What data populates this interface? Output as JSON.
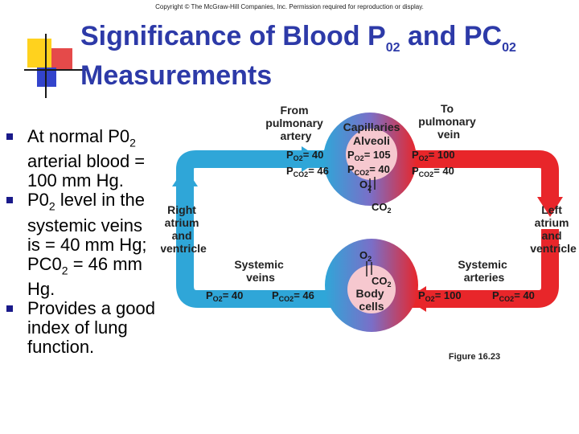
{
  "copyright": "Copyright © The McGraw-Hill Companies, Inc. Permission required for reproduction or display.",
  "title": {
    "line1_prefix": "Significance of Blood P",
    "line1_sub1": "02",
    "line1_middle": " and PC",
    "line1_sub2": "02",
    "line2": "Measurements"
  },
  "bullets": [
    {
      "pre": "At normal P0",
      "sub": "2",
      "post": " arterial blood = 100 mm Hg."
    },
    {
      "pre": "P0",
      "sub": "2",
      "post": " level in the systemic veins is = 40 mm Hg; PC0",
      "sub2": "2",
      "post2": " = 46 mm Hg."
    },
    {
      "pre": "Provides a good index of lung function.",
      "sub": "",
      "post": ""
    }
  ],
  "diagram": {
    "from_pulmonary_artery": [
      "From",
      "pulmonary",
      "artery"
    ],
    "to_pulmonary_vein": [
      "To",
      "pulmonary",
      "vein"
    ],
    "capillaries": "Capillaries",
    "alveoli": "Alveoli",
    "right_atrium": [
      "Right",
      "atrium",
      "and",
      "ventricle"
    ],
    "left_atrium": [
      "Left",
      "atrium",
      "and",
      "ventricle"
    ],
    "systemic_veins": [
      "Systemic",
      "veins"
    ],
    "systemic_arteries": [
      "Systemic",
      "arteries"
    ],
    "body_cells": [
      "Body",
      "cells"
    ],
    "figure": "Figure 16.23",
    "values": {
      "art_po2": "= 40",
      "art_pco2": "= 46",
      "alv_po2": "= 105",
      "alv_pco2": "= 40",
      "vein_po2": "= 100",
      "vein_pco2": "= 40",
      "sysvein_po2": "= 40",
      "sysvein_pco2": "= 46",
      "sysart_po2": "= 100",
      "sysart_pco2": "= 40"
    },
    "gas_o2": "O",
    "gas_co2": "CO",
    "sub_2": "2",
    "p": "P",
    "o2_sub": "O2",
    "co2_sub": "CO2"
  },
  "colors": {
    "title": "#2d3aa8",
    "blue": "#2fa6d8",
    "red": "#e8262a"
  }
}
